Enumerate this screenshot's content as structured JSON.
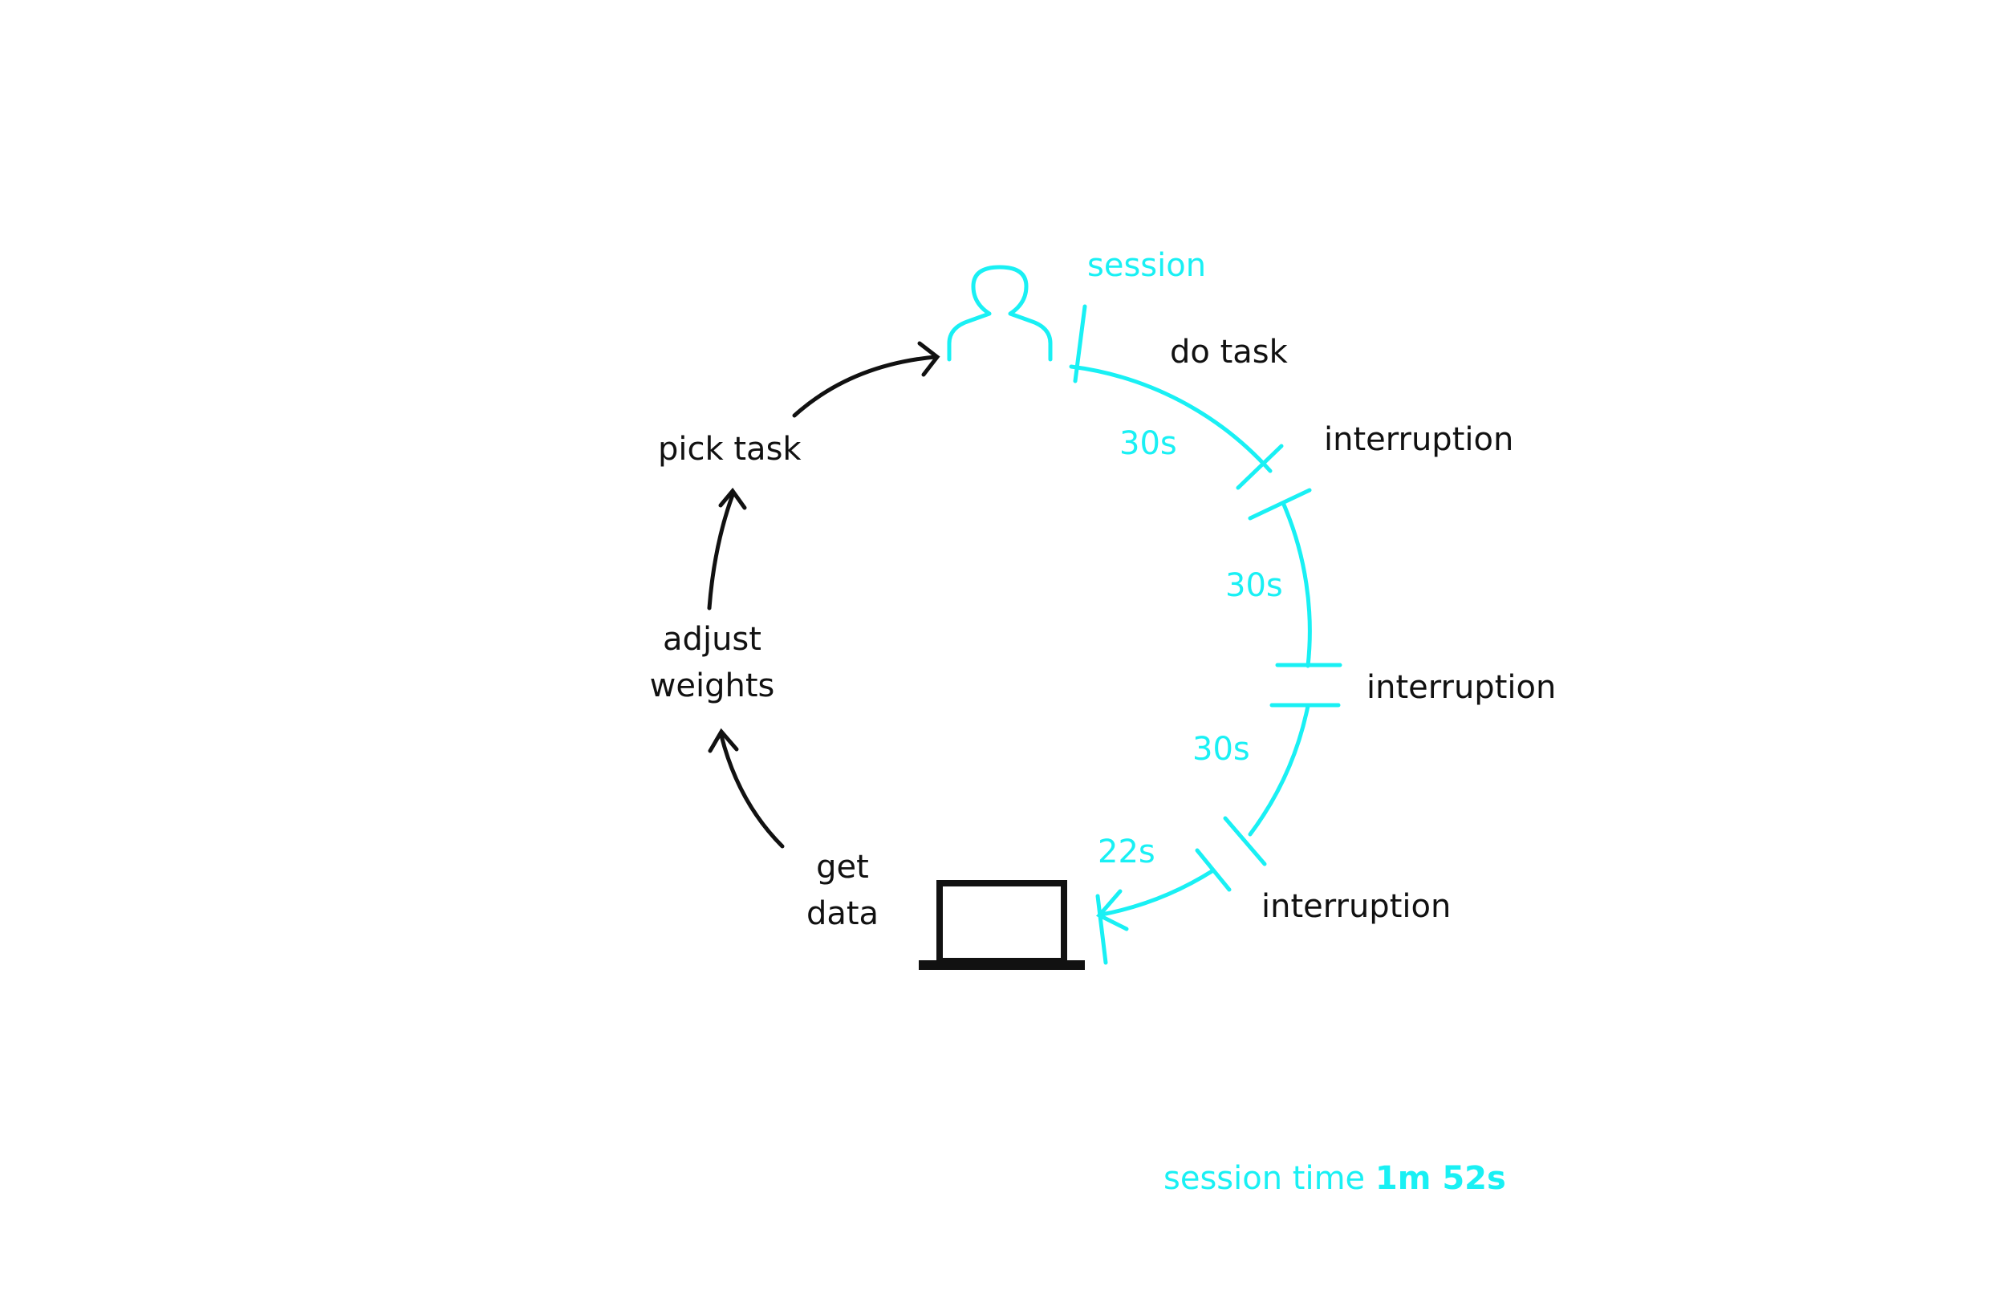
{
  "colors": {
    "session": "#19f0f4",
    "system": "#111111",
    "background": "#ffffff"
  },
  "icons": {
    "user": "person-icon",
    "computer": "laptop-icon"
  },
  "labels": {
    "session": "session",
    "do_task": "do task",
    "interruption_1": "interruption",
    "interruption_2": "interruption",
    "interruption_3": "interruption",
    "pick_task": "pick task",
    "adjust_weights_line1": "adjust",
    "adjust_weights_line2": "weights",
    "get_data_line1": "get",
    "get_data_line2": "data"
  },
  "segments": [
    {
      "duration": "30s"
    },
    {
      "duration": "30s"
    },
    {
      "duration": "30s"
    },
    {
      "duration": "22s"
    }
  ],
  "session_time": {
    "label": "session time",
    "value": "1m 52s"
  }
}
